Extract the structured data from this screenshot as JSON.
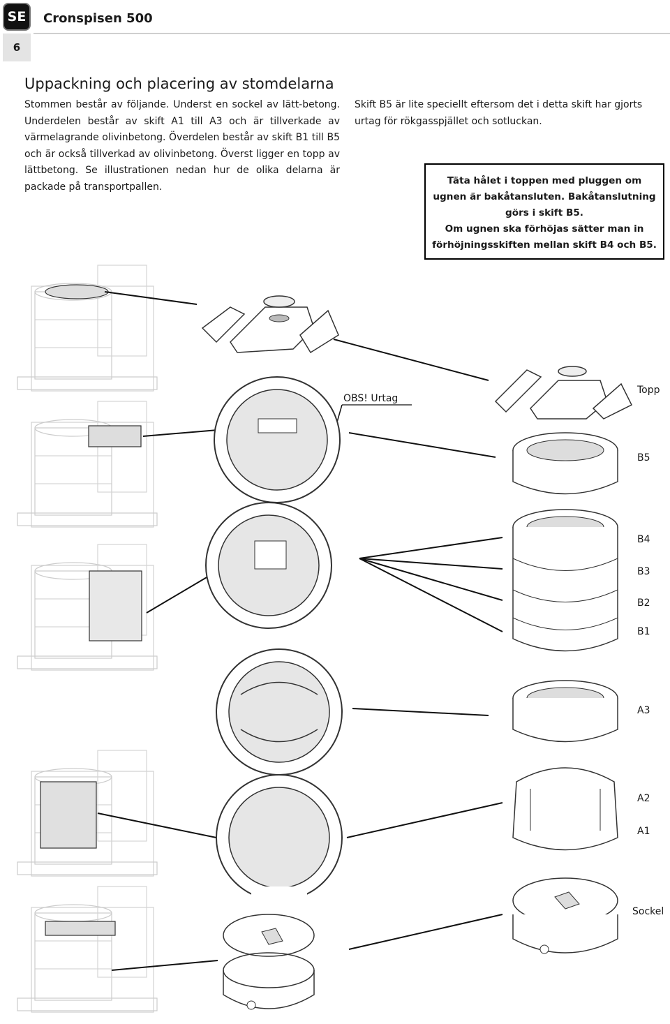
{
  "header": {
    "lang_badge": "SE",
    "title": "Cronspisen 500",
    "page_number": "6"
  },
  "section": {
    "title": "Uppackning och placering av stomdelarna",
    "intro": "Stommen består av följande. Underst en sockel av lätt-betong. Underdelen består av skift A1 till A3 och är tillverkade av värmelagrande olivinbetong. Överdelen består av skift B1 till B5 och är också tillverkad av olivinbetong. Överst ligger en topp av lättbetong. Se illustrationen nedan hur de olika delarna är packade på transportpallen.",
    "b5_note": "Skift B5 är lite speciellt eftersom det i detta skift har gjorts urtag för rökgasspjället och sotluckan."
  },
  "note_box": {
    "line1": "Täta hålet i toppen med pluggen om ugnen är bakåtansluten. Bakåtanslutning görs i skift B5.",
    "line2": "Om ugnen ska förhöjas sätter man in förhöjningsskiften mellan skift B4 och B5."
  },
  "labels": {
    "obs": "OBS! Urtag",
    "topp": "Topp",
    "b5": "B5",
    "b4": "B4",
    "b3": "B3",
    "b2": "B2",
    "b1": "B1",
    "a3": "A3",
    "a2": "A2",
    "a1": "A1",
    "sockel": "Sockel"
  }
}
